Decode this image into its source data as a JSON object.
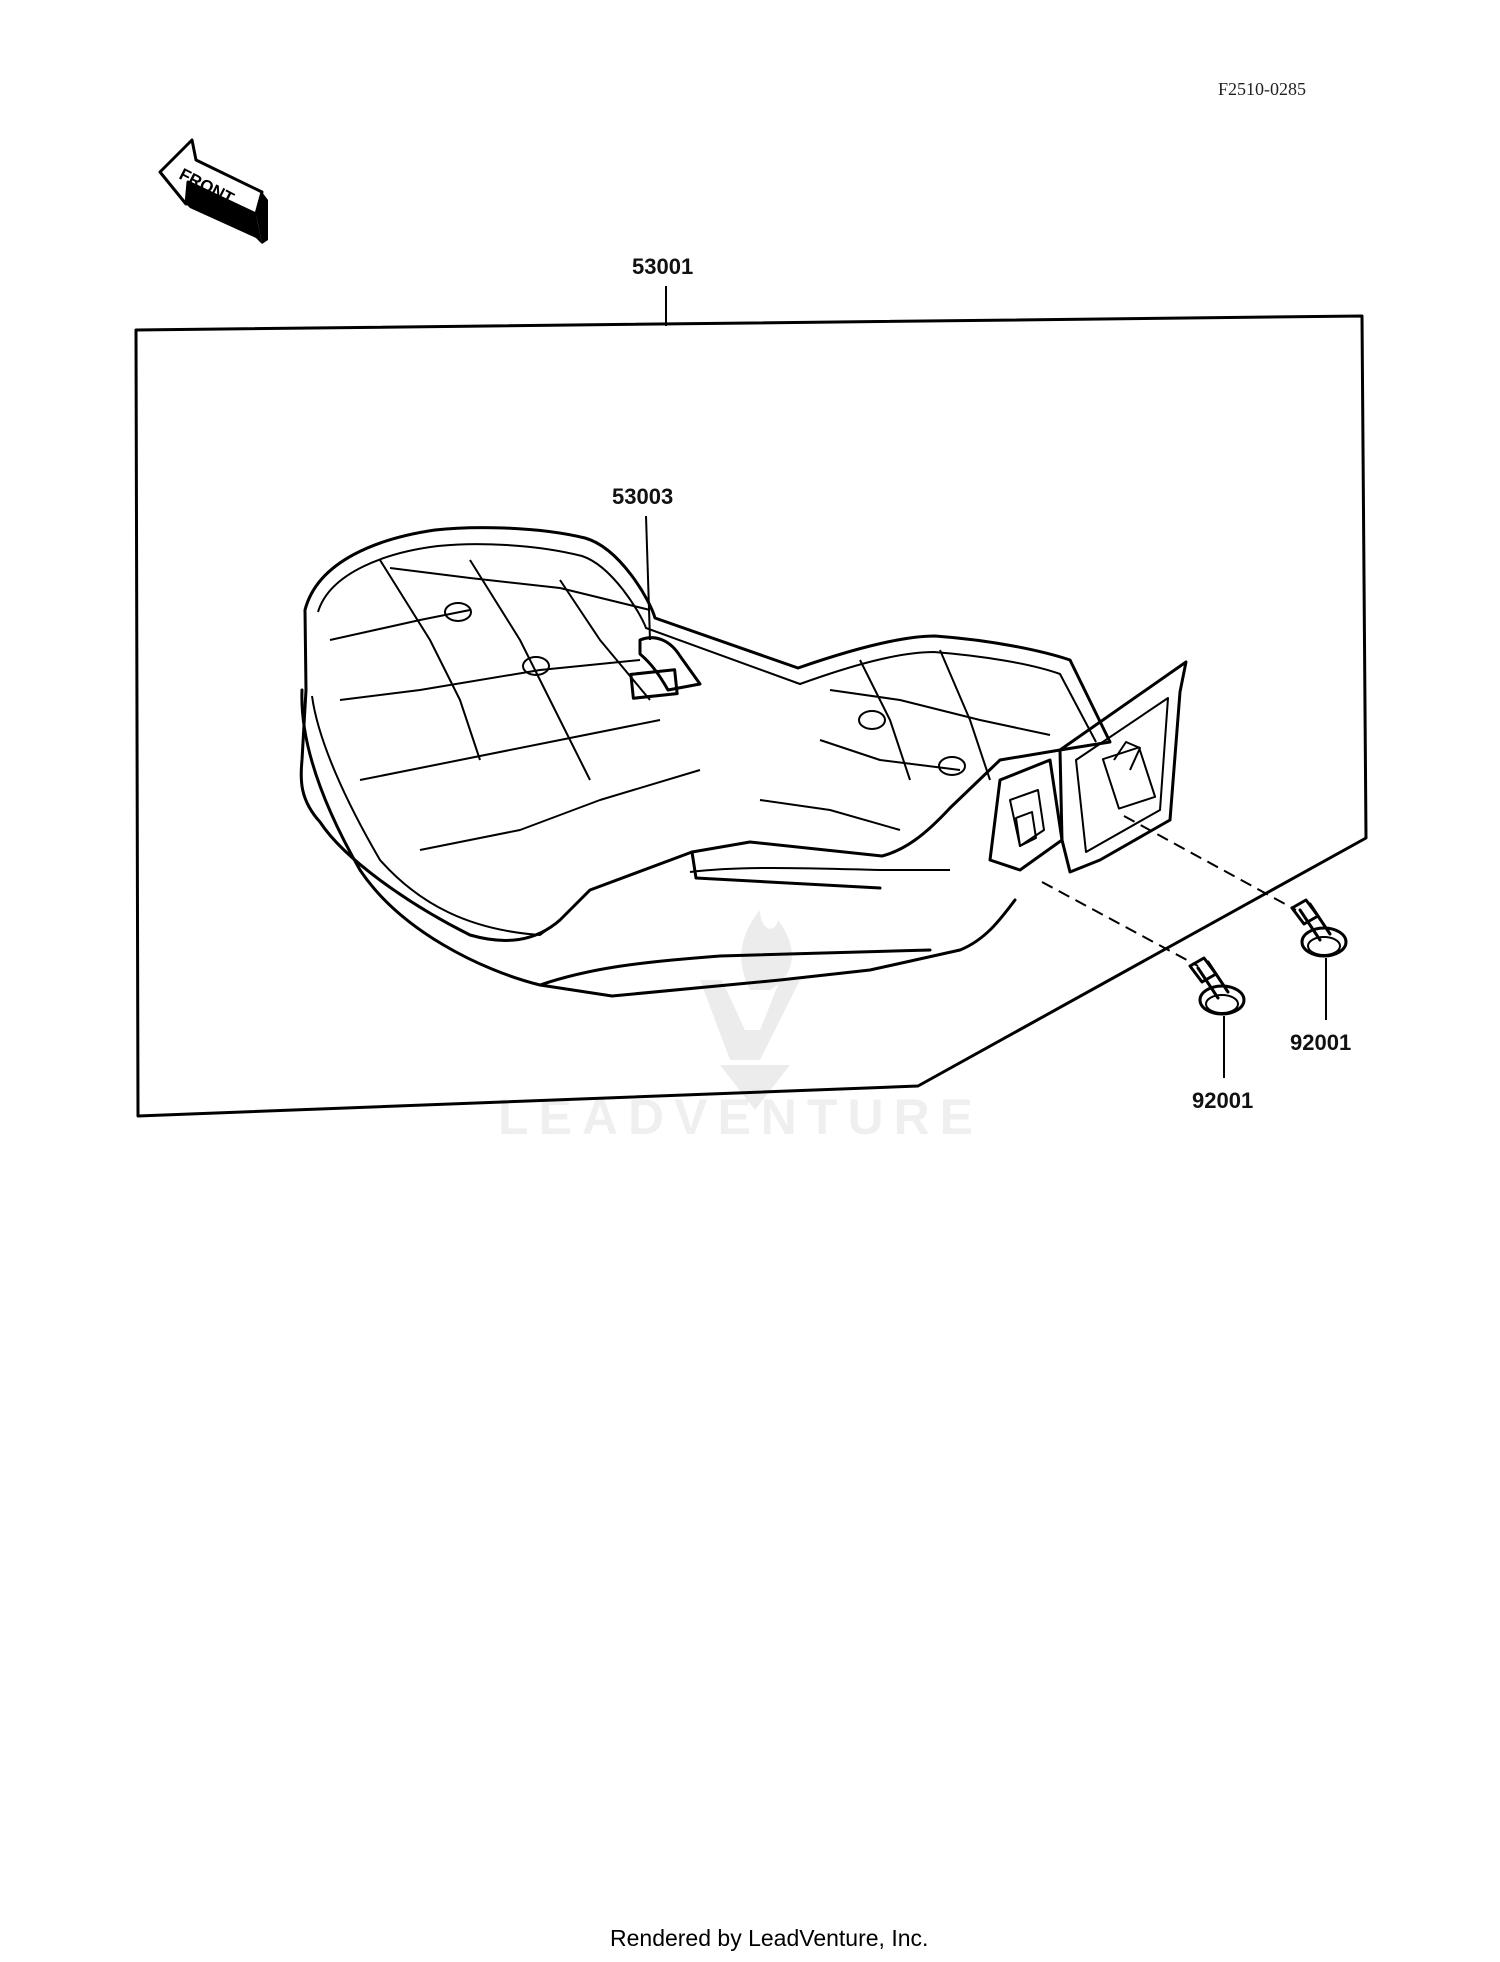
{
  "header": {
    "ref_code": "F2510-0285"
  },
  "front_arrow": {
    "label": "FRONT"
  },
  "callouts": {
    "seat_assembly": "53001",
    "seat_strap": "53003",
    "bolt_right": "92001",
    "bolt_left": "92001"
  },
  "watermark": {
    "brand": "LEADVENTURE"
  },
  "footer": {
    "text": "Rendered by LeadVenture, Inc."
  },
  "colors": {
    "line": "#000000",
    "background": "#ffffff"
  }
}
